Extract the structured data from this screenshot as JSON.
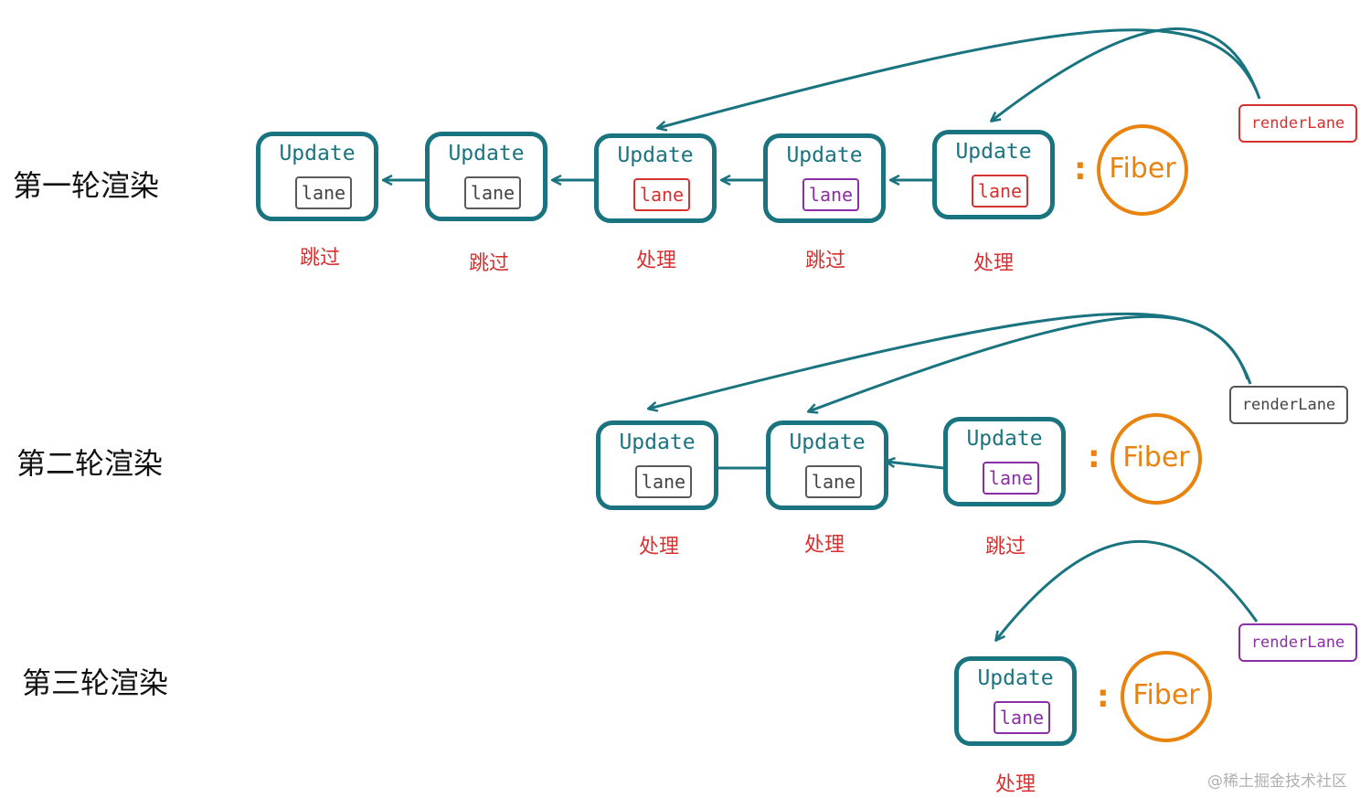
{
  "rounds": [
    {
      "title": "第一轮渲染",
      "render_lane": {
        "label": "renderLane",
        "color": "red"
      },
      "fiber": {
        "label": "Fiber",
        "colon": ":"
      },
      "updates": [
        {
          "title": "Update",
          "lane": "lane",
          "lane_color": "gray",
          "action": "跳过"
        },
        {
          "title": "Update",
          "lane": "lane",
          "lane_color": "gray",
          "action": "跳过"
        },
        {
          "title": "Update",
          "lane": "lane",
          "lane_color": "red",
          "action": "处理"
        },
        {
          "title": "Update",
          "lane": "lane",
          "lane_color": "purple",
          "action": "跳过"
        },
        {
          "title": "Update",
          "lane": "lane",
          "lane_color": "red",
          "action": "处理"
        }
      ]
    },
    {
      "title": "第二轮渲染",
      "render_lane": {
        "label": "renderLane",
        "color": "gray"
      },
      "fiber": {
        "label": "Fiber",
        "colon": ":"
      },
      "updates": [
        {
          "title": "Update",
          "lane": "lane",
          "lane_color": "gray",
          "action": "处理"
        },
        {
          "title": "Update",
          "lane": "lane",
          "lane_color": "gray",
          "action": "处理"
        },
        {
          "title": "Update",
          "lane": "lane",
          "lane_color": "purple",
          "action": "跳过"
        }
      ]
    },
    {
      "title": "第三轮渲染",
      "render_lane": {
        "label": "renderLane",
        "color": "purple"
      },
      "fiber": {
        "label": "Fiber",
        "colon": ":"
      },
      "updates": [
        {
          "title": "Update",
          "lane": "lane",
          "lane_color": "purple",
          "action": "处理"
        }
      ]
    }
  ],
  "watermark": "@稀土掘金技术社区",
  "colors": {
    "teal": "#1a7480",
    "red": "#d63131",
    "purple": "#8b2fa6",
    "gray": "#555555",
    "orange": "#e9830f"
  }
}
